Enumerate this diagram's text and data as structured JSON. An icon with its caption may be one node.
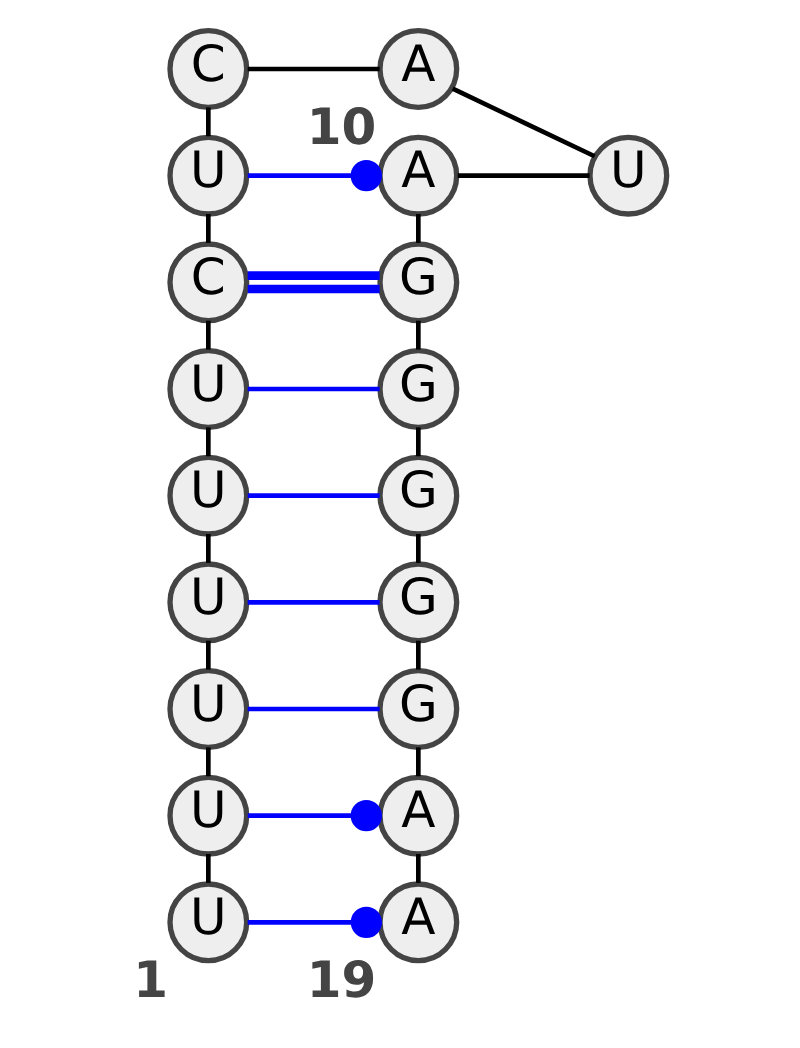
{
  "diagram": {
    "nodes": [
      {
        "text": [
          "U"
        ],
        "beside": [
          "1"
        ]
      },
      {
        "text": [
          "U"
        ]
      },
      {
        "text": [
          "U"
        ]
      },
      {
        "text": [
          "U"
        ]
      },
      {
        "text": [
          "U"
        ]
      },
      {
        "text": [
          "U"
        ]
      },
      {
        "text": [
          "C"
        ]
      },
      {
        "text": [
          "U"
        ]
      },
      {
        "text": [
          "C"
        ]
      },
      {
        "text": [
          "A"
        ],
        "beside": [
          "10"
        ]
      },
      {
        "text": [
          "U"
        ]
      },
      {
        "text": [
          "A"
        ]
      },
      {
        "text": [
          "G"
        ]
      },
      {
        "text": [
          "G"
        ]
      },
      {
        "text": [
          "G"
        ]
      },
      {
        "text": [
          "G"
        ]
      },
      {
        "text": [
          "G"
        ]
      },
      {
        "text": [
          "A"
        ]
      },
      {
        "text": [
          "A"
        ],
        "beside": [
          "19"
        ]
      }
    ],
    "edges": [
      {
        "from": 0,
        "to": 1,
        "arrow": "none"
      },
      {
        "from": 1,
        "to": 2,
        "arrow": "none"
      },
      {
        "from": 2,
        "to": 3,
        "arrow": "none"
      },
      {
        "from": 3,
        "to": 4,
        "arrow": "none"
      },
      {
        "from": 4,
        "to": 5,
        "arrow": "none"
      },
      {
        "from": 5,
        "to": 6,
        "arrow": "none"
      },
      {
        "from": 6,
        "to": 7,
        "arrow": "none"
      },
      {
        "from": 7,
        "to": 8,
        "arrow": "none"
      },
      {
        "from": 8,
        "to": 9,
        "arrow": "none"
      },
      {
        "from": 9,
        "to": 10,
        "arrow": "none"
      },
      {
        "from": 10,
        "to": 11,
        "arrow": "none"
      },
      {
        "from": 11,
        "to": 12,
        "arrow": "none"
      },
      {
        "from": 12,
        "to": 13,
        "arrow": "none"
      },
      {
        "from": 13,
        "to": 14,
        "arrow": "none"
      },
      {
        "from": 14,
        "to": 15,
        "arrow": "none"
      },
      {
        "from": 15,
        "to": 16,
        "arrow": "none"
      },
      {
        "from": 16,
        "to": 17,
        "arrow": "none"
      },
      {
        "from": 17,
        "to": 18,
        "arrow": "none"
      },
      {
        "from": 0,
        "to": 18,
        "arrow": "other",
        "color": "#0000ff"
      },
      {
        "from": 1,
        "to": 17,
        "arrow": "other",
        "color": "#0000ff"
      },
      {
        "from": 2,
        "to": 16,
        "arrow": "none",
        "color": "#0000ff"
      },
      {
        "from": 3,
        "to": 15,
        "arrow": "none",
        "color": "#0000ff"
      },
      {
        "from": 4,
        "to": 14,
        "arrow": "none",
        "color": "#0000ff"
      },
      {
        "from": 5,
        "to": 13,
        "arrow": "none",
        "color": "#0000ff"
      },
      {
        "from": 6,
        "to": 12,
        "arrow": "none",
        "style": "thick",
        "color": "#0000ff"
      },
      {
        "from": 7,
        "to": 11,
        "arrow": "other",
        "color": "#0000ff"
      }
    ]
  }
}
